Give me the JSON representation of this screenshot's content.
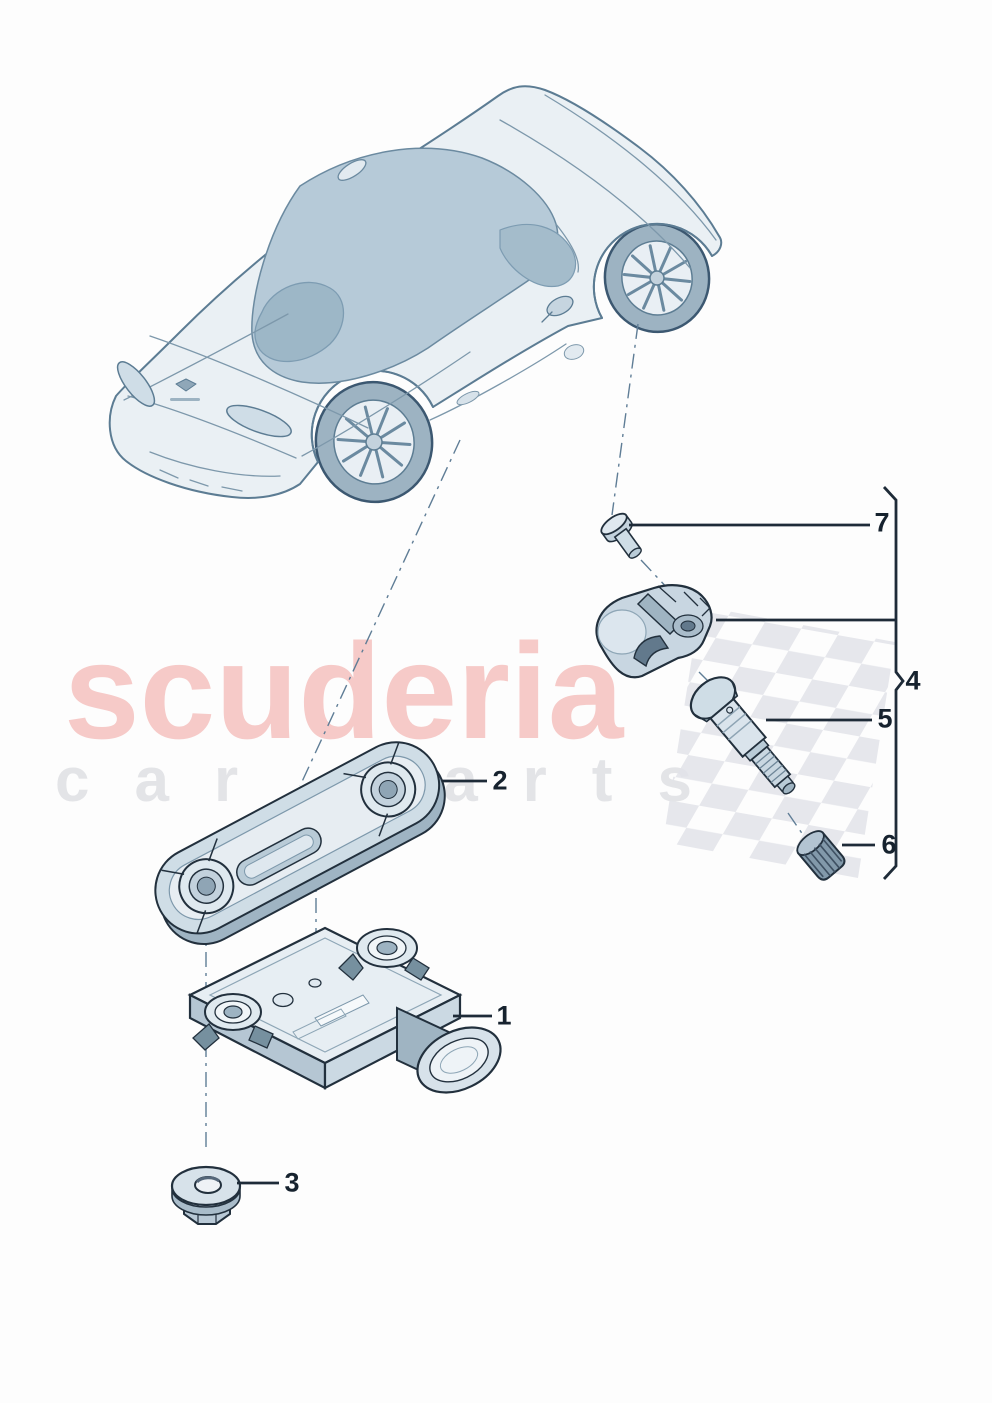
{
  "watermark": {
    "brand": "scuderia",
    "tagline": "car parts",
    "brand_color": "#f6cac8",
    "tagline_color": "#e3e4e7"
  },
  "callouts": [
    {
      "id": "part-1",
      "label": "1"
    },
    {
      "id": "part-2",
      "label": "2"
    },
    {
      "id": "part-3",
      "label": "3"
    },
    {
      "id": "group-4",
      "label": "4"
    },
    {
      "id": "part-5",
      "label": "5"
    },
    {
      "id": "part-6",
      "label": "6"
    },
    {
      "id": "part-7",
      "label": "7"
    }
  ],
  "diagram": {
    "leader_line_color": "#1e2b38",
    "centerline_color": "#5f7d96",
    "drawing_outline_color": "#22303d",
    "car_line_color": "#5c7c93",
    "checker_color": "#e2e3e9"
  }
}
